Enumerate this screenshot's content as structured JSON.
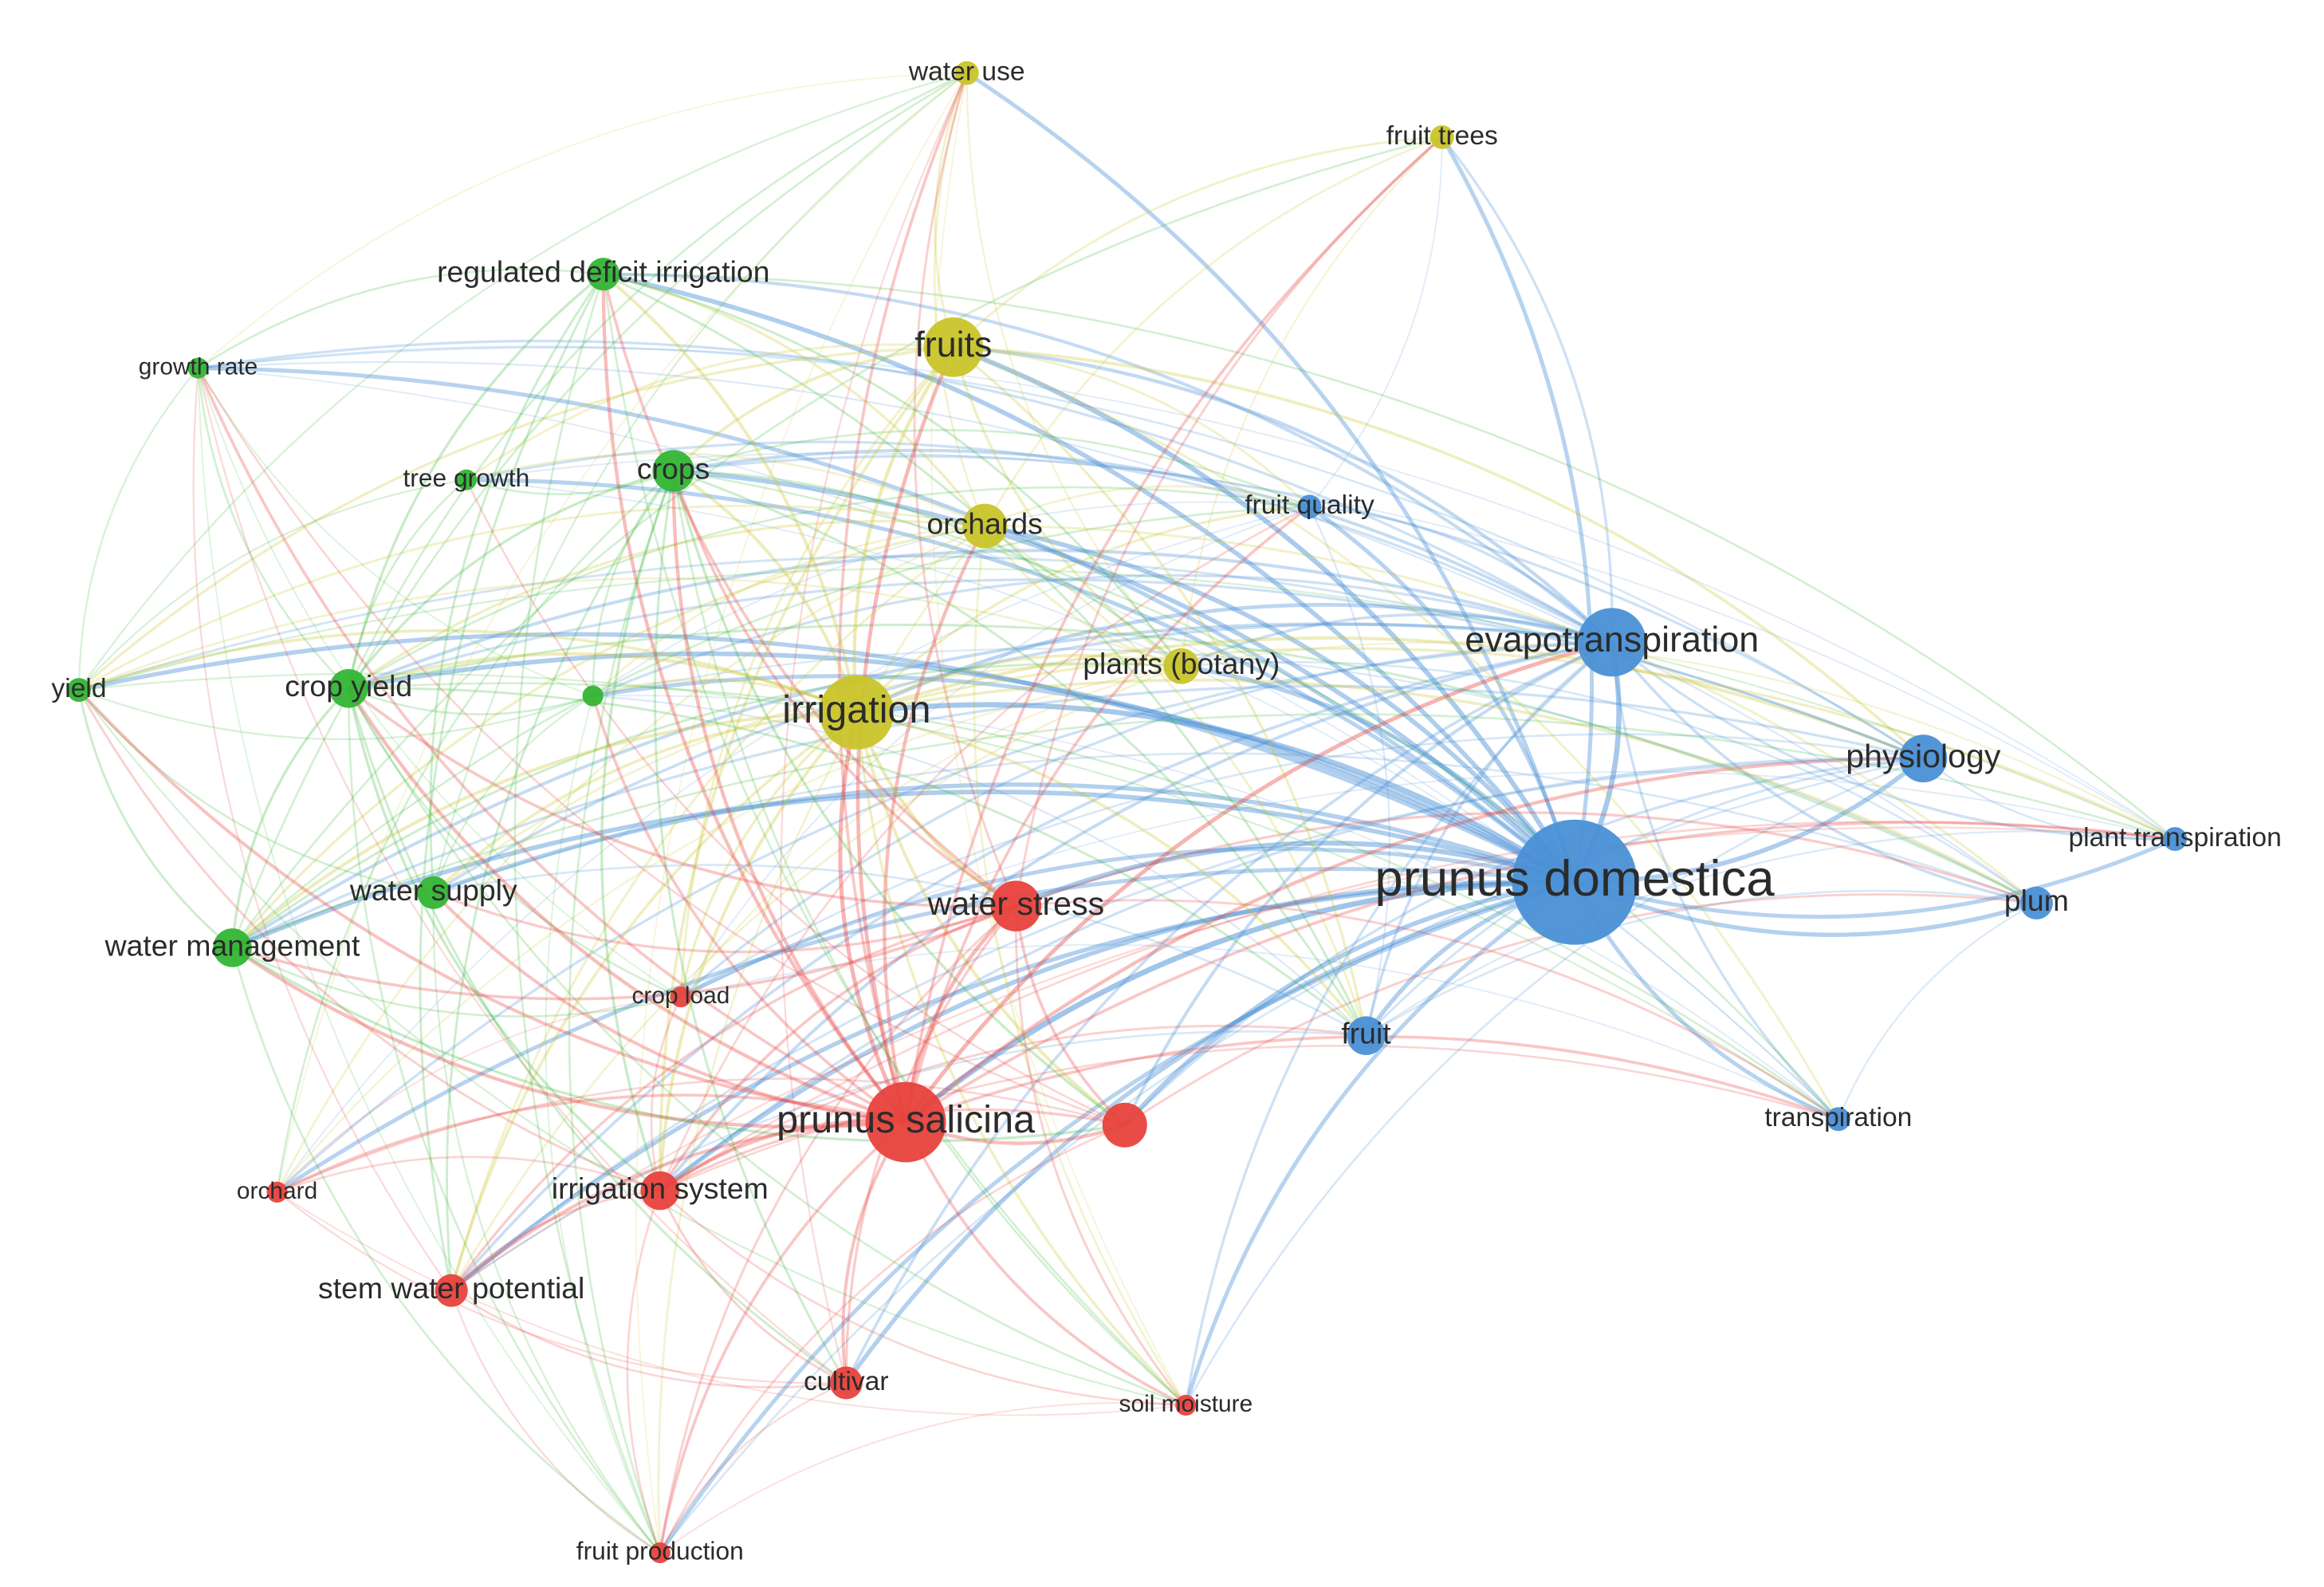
{
  "colors": {
    "red": "#e8423d",
    "green": "#33b534",
    "blue": "#4a90d6",
    "yellow": "#c9c42a"
  },
  "nodes": [
    {
      "id": "prunus_domestica",
      "label": "prunus domestica",
      "cluster": "blue",
      "weight": 10
    },
    {
      "id": "evapotranspiration",
      "label": "evapotranspiration",
      "cluster": "blue",
      "weight": 5
    },
    {
      "id": "physiology",
      "label": "physiology",
      "cluster": "blue",
      "weight": 3
    },
    {
      "id": "plant_transpiration",
      "label": "plant transpiration",
      "cluster": "blue",
      "weight": 1
    },
    {
      "id": "plum",
      "label": "plum",
      "cluster": "blue",
      "weight": 2
    },
    {
      "id": "fruit",
      "label": "fruit",
      "cluster": "blue",
      "weight": 2
    },
    {
      "id": "fruit_quality",
      "label": "fruit quality",
      "cluster": "blue",
      "weight": 1
    },
    {
      "id": "transpiration",
      "label": "transpiration",
      "cluster": "blue",
      "weight": 1
    },
    {
      "id": "water_use",
      "label": "water use",
      "cluster": "yellow",
      "weight": 1
    },
    {
      "id": "fruit_trees",
      "label": "fruit trees",
      "cluster": "yellow",
      "weight": 1
    },
    {
      "id": "fruits",
      "label": "fruits",
      "cluster": "yellow",
      "weight": 4
    },
    {
      "id": "orchards",
      "label": "orchards",
      "cluster": "yellow",
      "weight": 3
    },
    {
      "id": "plants_botany",
      "label": "plants (botany)",
      "cluster": "yellow",
      "weight": 2
    },
    {
      "id": "irrigation",
      "label": "irrigation",
      "cluster": "yellow",
      "weight": 5
    },
    {
      "id": "regulated_deficit_irrigation",
      "label": "regulated deficit irrigation",
      "cluster": "green",
      "weight": 3
    },
    {
      "id": "growth_rate",
      "label": "growth rate",
      "cluster": "green",
      "weight": 1
    },
    {
      "id": "tree_growth",
      "label": "tree growth",
      "cluster": "green",
      "weight": 1
    },
    {
      "id": "crops",
      "label": "crops",
      "cluster": "green",
      "weight": 3
    },
    {
      "id": "yield",
      "label": "yield",
      "cluster": "green",
      "weight": 2
    },
    {
      "id": "crop_yield",
      "label": "crop yield",
      "cluster": "green",
      "weight": 3
    },
    {
      "id": "green_unlabeled",
      "label": "",
      "cluster": "green",
      "weight": 1
    },
    {
      "id": "water_supply",
      "label": "water supply",
      "cluster": "green",
      "weight": 2
    },
    {
      "id": "water_management",
      "label": "water management",
      "cluster": "green",
      "weight": 3
    },
    {
      "id": "water_stress",
      "label": "water stress",
      "cluster": "red",
      "weight": 4
    },
    {
      "id": "crop_load",
      "label": "crop load",
      "cluster": "red",
      "weight": 1
    },
    {
      "id": "prunus_salicina",
      "label": "prunus salicina",
      "cluster": "red",
      "weight": 6
    },
    {
      "id": "red_unlabeled",
      "label": "",
      "cluster": "red",
      "weight": 3
    },
    {
      "id": "irrigation_system",
      "label": "irrigation system",
      "cluster": "red",
      "weight": 3
    },
    {
      "id": "orchard",
      "label": "orchard",
      "cluster": "red",
      "weight": 1
    },
    {
      "id": "stem_water_potential",
      "label": "stem water potential",
      "cluster": "red",
      "weight": 2
    },
    {
      "id": "cultivar",
      "label": "cultivar",
      "cluster": "red",
      "weight": 2
    },
    {
      "id": "soil_moisture",
      "label": "soil moisture",
      "cluster": "red",
      "weight": 1
    },
    {
      "id": "fruit_production",
      "label": "fruit production",
      "cluster": "red",
      "weight": 1
    }
  ]
}
